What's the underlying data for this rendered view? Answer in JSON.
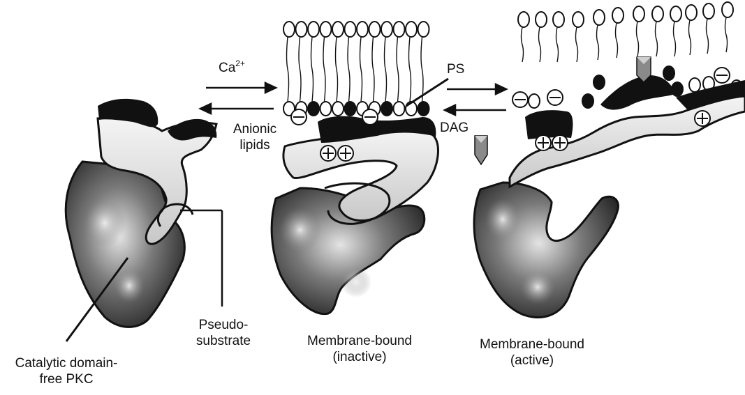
{
  "labels": {
    "ca": "Ca",
    "ca_sup": "2+",
    "anionic_lipids": [
      "Anionic",
      "lipids"
    ],
    "ps": "PS",
    "dag": "DAG",
    "pseudosubstrate": [
      "Pseudo-",
      "substrate"
    ],
    "catalytic": [
      "Catalytic domain-",
      "free PKC"
    ],
    "inactive": [
      "Membrane-bound",
      "(inactive)"
    ],
    "active": [
      "Membrane-bound",
      "(active)"
    ]
  },
  "colors": {
    "ink": "#111111",
    "body_dark": "#3a3a3a",
    "body_light": "#d9d9d9",
    "cap": "#111111",
    "arrow_grey": "#8a8a8a"
  }
}
